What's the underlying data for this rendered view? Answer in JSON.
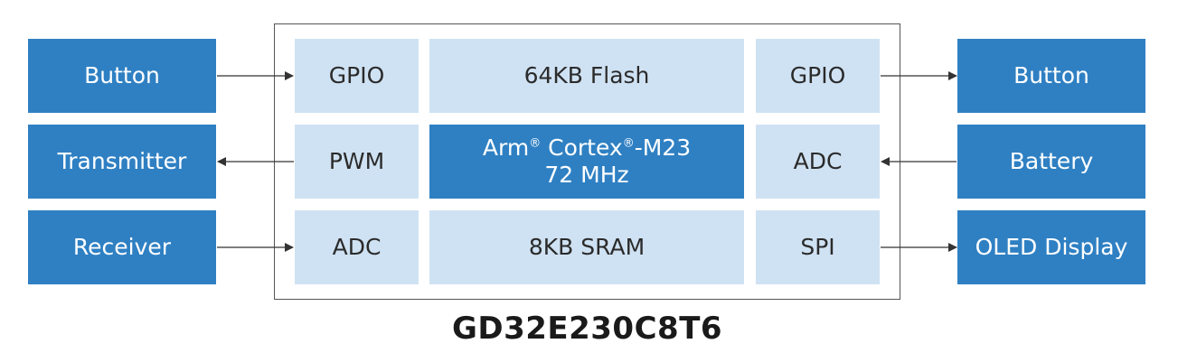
{
  "left_devices": [
    "Button",
    "Transmitter",
    "Receiver"
  ],
  "right_devices": [
    "Button",
    "Battery",
    "OLED Display"
  ],
  "chip": {
    "name": "GD32E230C8T6",
    "left_peripherals": [
      "GPIO",
      "PWM",
      "ADC"
    ],
    "right_peripherals": [
      "GPIO",
      "ADC",
      "SPI"
    ],
    "flash": "64KB Flash",
    "core_line1_a": "Arm",
    "core_line1_b": " Cortex",
    "core_line1_c": "-M23",
    "registered_mark": "®",
    "core_line2": "72 MHz",
    "sram": "8KB SRAM"
  },
  "colors": {
    "block_blue": "#2f80c3",
    "light_blue": "#cfe2f3",
    "arrow": "#333333"
  }
}
